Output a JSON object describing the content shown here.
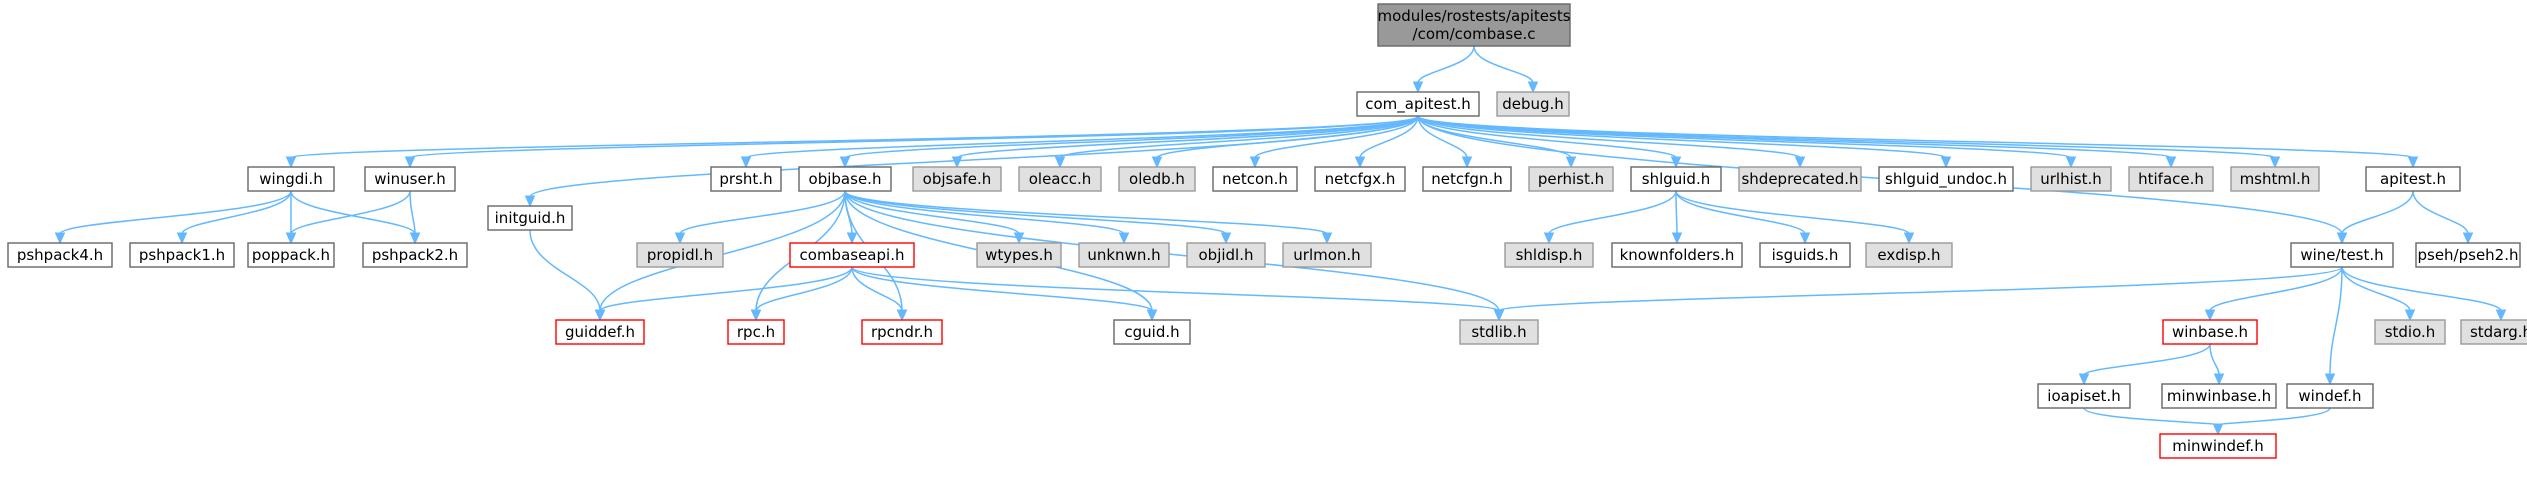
{
  "colors": {
    "edge": "#63b8ff",
    "normal_fill": "#ffffff",
    "normal_stroke": "#666666",
    "external_fill": "#e0e0e0",
    "external_stroke": "#999999",
    "root_fill": "#999999",
    "root_stroke": "#666666",
    "missing_fill": "#ffffff",
    "missing_stroke": "#ff0000"
  },
  "nodes": [
    {
      "id": "root",
      "lines": [
        "modules/rostests/apitests",
        "/com/combase.c"
      ],
      "kind": "root"
    },
    {
      "id": "com_apitest",
      "lines": [
        "com_apitest.h"
      ],
      "kind": "normal"
    },
    {
      "id": "debug",
      "lines": [
        "debug.h"
      ],
      "kind": "external"
    },
    {
      "id": "wingdi",
      "lines": [
        "wingdi.h"
      ],
      "kind": "normal"
    },
    {
      "id": "winuser",
      "lines": [
        "winuser.h"
      ],
      "kind": "normal"
    },
    {
      "id": "initguid",
      "lines": [
        "initguid.h"
      ],
      "kind": "normal"
    },
    {
      "id": "prsht",
      "lines": [
        "prsht.h"
      ],
      "kind": "normal"
    },
    {
      "id": "objbase",
      "lines": [
        "objbase.h"
      ],
      "kind": "normal"
    },
    {
      "id": "objsafe",
      "lines": [
        "objsafe.h"
      ],
      "kind": "external"
    },
    {
      "id": "oleacc",
      "lines": [
        "oleacc.h"
      ],
      "kind": "external"
    },
    {
      "id": "oledb",
      "lines": [
        "oledb.h"
      ],
      "kind": "external"
    },
    {
      "id": "netcon",
      "lines": [
        "netcon.h"
      ],
      "kind": "normal"
    },
    {
      "id": "netcfgx",
      "lines": [
        "netcfgx.h"
      ],
      "kind": "normal"
    },
    {
      "id": "netcfgn",
      "lines": [
        "netcfgn.h"
      ],
      "kind": "normal"
    },
    {
      "id": "perhist",
      "lines": [
        "perhist.h"
      ],
      "kind": "external"
    },
    {
      "id": "shlguid",
      "lines": [
        "shlguid.h"
      ],
      "kind": "normal"
    },
    {
      "id": "shdeprecated",
      "lines": [
        "shdeprecated.h"
      ],
      "kind": "external"
    },
    {
      "id": "shlguid_undoc",
      "lines": [
        "shlguid_undoc.h"
      ],
      "kind": "normal"
    },
    {
      "id": "urlhist",
      "lines": [
        "urlhist.h"
      ],
      "kind": "external"
    },
    {
      "id": "htiface",
      "lines": [
        "htiface.h"
      ],
      "kind": "external"
    },
    {
      "id": "mshtml",
      "lines": [
        "mshtml.h"
      ],
      "kind": "external"
    },
    {
      "id": "apitest",
      "lines": [
        "apitest.h"
      ],
      "kind": "normal"
    },
    {
      "id": "winetest",
      "lines": [
        "wine/test.h"
      ],
      "kind": "normal"
    },
    {
      "id": "pshpack4",
      "lines": [
        "pshpack4.h"
      ],
      "kind": "normal"
    },
    {
      "id": "pshpack1",
      "lines": [
        "pshpack1.h"
      ],
      "kind": "normal"
    },
    {
      "id": "poppack",
      "lines": [
        "poppack.h"
      ],
      "kind": "normal"
    },
    {
      "id": "pshpack2",
      "lines": [
        "pshpack2.h"
      ],
      "kind": "normal"
    },
    {
      "id": "propidl",
      "lines": [
        "propidl.h"
      ],
      "kind": "external"
    },
    {
      "id": "combaseapi",
      "lines": [
        "combaseapi.h"
      ],
      "kind": "missing"
    },
    {
      "id": "wtypes",
      "lines": [
        "wtypes.h"
      ],
      "kind": "external"
    },
    {
      "id": "unknwn",
      "lines": [
        "unknwn.h"
      ],
      "kind": "external"
    },
    {
      "id": "objidl",
      "lines": [
        "objidl.h"
      ],
      "kind": "external"
    },
    {
      "id": "urlmon",
      "lines": [
        "urlmon.h"
      ],
      "kind": "external"
    },
    {
      "id": "shldisp",
      "lines": [
        "shldisp.h"
      ],
      "kind": "external"
    },
    {
      "id": "knownfolders",
      "lines": [
        "knownfolders.h"
      ],
      "kind": "normal"
    },
    {
      "id": "isguids",
      "lines": [
        "isguids.h"
      ],
      "kind": "normal"
    },
    {
      "id": "exdisp",
      "lines": [
        "exdisp.h"
      ],
      "kind": "external"
    },
    {
      "id": "pseh2",
      "lines": [
        "pseh/pseh2.h"
      ],
      "kind": "normal"
    },
    {
      "id": "guiddef",
      "lines": [
        "guiddef.h"
      ],
      "kind": "missing"
    },
    {
      "id": "rpc",
      "lines": [
        "rpc.h"
      ],
      "kind": "missing"
    },
    {
      "id": "rpcndr",
      "lines": [
        "rpcndr.h"
      ],
      "kind": "missing"
    },
    {
      "id": "cguid",
      "lines": [
        "cguid.h"
      ],
      "kind": "normal"
    },
    {
      "id": "stdlib",
      "lines": [
        "stdlib.h"
      ],
      "kind": "external"
    },
    {
      "id": "winbase",
      "lines": [
        "winbase.h"
      ],
      "kind": "missing"
    },
    {
      "id": "stdio",
      "lines": [
        "stdio.h"
      ],
      "kind": "external"
    },
    {
      "id": "stdarg",
      "lines": [
        "stdarg.h"
      ],
      "kind": "external"
    },
    {
      "id": "ioapiset",
      "lines": [
        "ioapiset.h"
      ],
      "kind": "normal"
    },
    {
      "id": "minwinbase",
      "lines": [
        "minwinbase.h"
      ],
      "kind": "normal"
    },
    {
      "id": "windef",
      "lines": [
        "windef.h"
      ],
      "kind": "normal"
    },
    {
      "id": "minwindef",
      "lines": [
        "minwindef.h"
      ],
      "kind": "missing"
    }
  ],
  "edges": [
    [
      "root",
      "com_apitest"
    ],
    [
      "root",
      "debug"
    ],
    [
      "com_apitest",
      "wingdi"
    ],
    [
      "com_apitest",
      "winuser"
    ],
    [
      "com_apitest",
      "initguid"
    ],
    [
      "com_apitest",
      "prsht"
    ],
    [
      "com_apitest",
      "objbase"
    ],
    [
      "com_apitest",
      "objsafe"
    ],
    [
      "com_apitest",
      "oleacc"
    ],
    [
      "com_apitest",
      "oledb"
    ],
    [
      "com_apitest",
      "netcon"
    ],
    [
      "com_apitest",
      "netcfgx"
    ],
    [
      "com_apitest",
      "netcfgn"
    ],
    [
      "com_apitest",
      "perhist"
    ],
    [
      "com_apitest",
      "shlguid"
    ],
    [
      "com_apitest",
      "shdeprecated"
    ],
    [
      "com_apitest",
      "shlguid_undoc"
    ],
    [
      "com_apitest",
      "urlhist"
    ],
    [
      "com_apitest",
      "htiface"
    ],
    [
      "com_apitest",
      "mshtml"
    ],
    [
      "com_apitest",
      "apitest"
    ],
    [
      "com_apitest",
      "winetest"
    ],
    [
      "wingdi",
      "pshpack4"
    ],
    [
      "wingdi",
      "pshpack1"
    ],
    [
      "wingdi",
      "poppack"
    ],
    [
      "wingdi",
      "pshpack2"
    ],
    [
      "winuser",
      "poppack"
    ],
    [
      "winuser",
      "pshpack2"
    ],
    [
      "initguid",
      "guiddef"
    ],
    [
      "objbase",
      "guiddef"
    ],
    [
      "objbase",
      "propidl"
    ],
    [
      "objbase",
      "combaseapi"
    ],
    [
      "objbase",
      "rpc"
    ],
    [
      "objbase",
      "rpcndr"
    ],
    [
      "objbase",
      "wtypes"
    ],
    [
      "objbase",
      "unknwn"
    ],
    [
      "objbase",
      "objidl"
    ],
    [
      "objbase",
      "urlmon"
    ],
    [
      "objbase",
      "cguid"
    ],
    [
      "objbase",
      "stdlib"
    ],
    [
      "combaseapi",
      "guiddef"
    ],
    [
      "combaseapi",
      "rpc"
    ],
    [
      "combaseapi",
      "rpcndr"
    ],
    [
      "combaseapi",
      "cguid"
    ],
    [
      "combaseapi",
      "stdlib"
    ],
    [
      "shlguid",
      "shldisp"
    ],
    [
      "shlguid",
      "knownfolders"
    ],
    [
      "shlguid",
      "isguids"
    ],
    [
      "shlguid",
      "exdisp"
    ],
    [
      "apitest",
      "winetest"
    ],
    [
      "apitest",
      "pseh2"
    ],
    [
      "winetest",
      "stdlib"
    ],
    [
      "winetest",
      "winbase"
    ],
    [
      "winetest",
      "stdio"
    ],
    [
      "winetest",
      "stdarg"
    ],
    [
      "winetest",
      "windef"
    ],
    [
      "winbase",
      "ioapiset"
    ],
    [
      "winbase",
      "minwinbase"
    ],
    [
      "ioapiset",
      "minwindef"
    ],
    [
      "windef",
      "minwindef"
    ]
  ]
}
